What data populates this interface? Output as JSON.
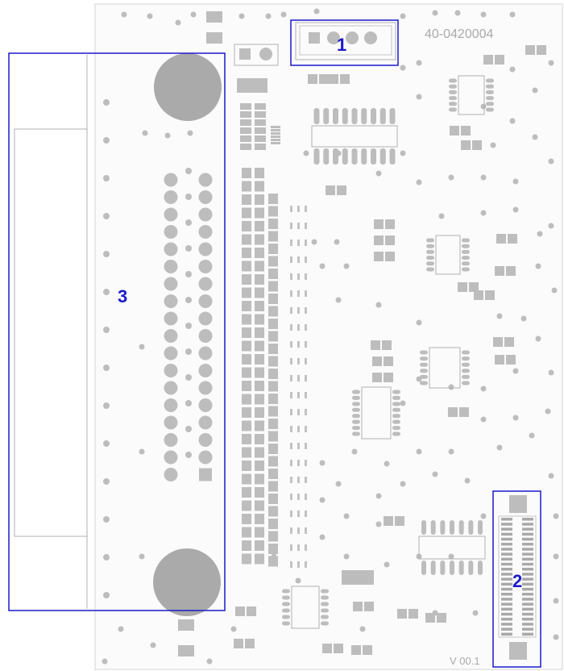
{
  "board": {
    "part_number": "40-0420004",
    "version": "V 00.1"
  },
  "callouts": [
    {
      "id": "1",
      "label": "1"
    },
    {
      "id": "2",
      "label": "2"
    },
    {
      "id": "3",
      "label": "3"
    }
  ],
  "colors": {
    "pad": "#bdbdbd",
    "pad_dark": "#9e9e9e",
    "outline": "#a8a8a8",
    "callout": "#1a1acc",
    "text": "#b0b0b0"
  }
}
